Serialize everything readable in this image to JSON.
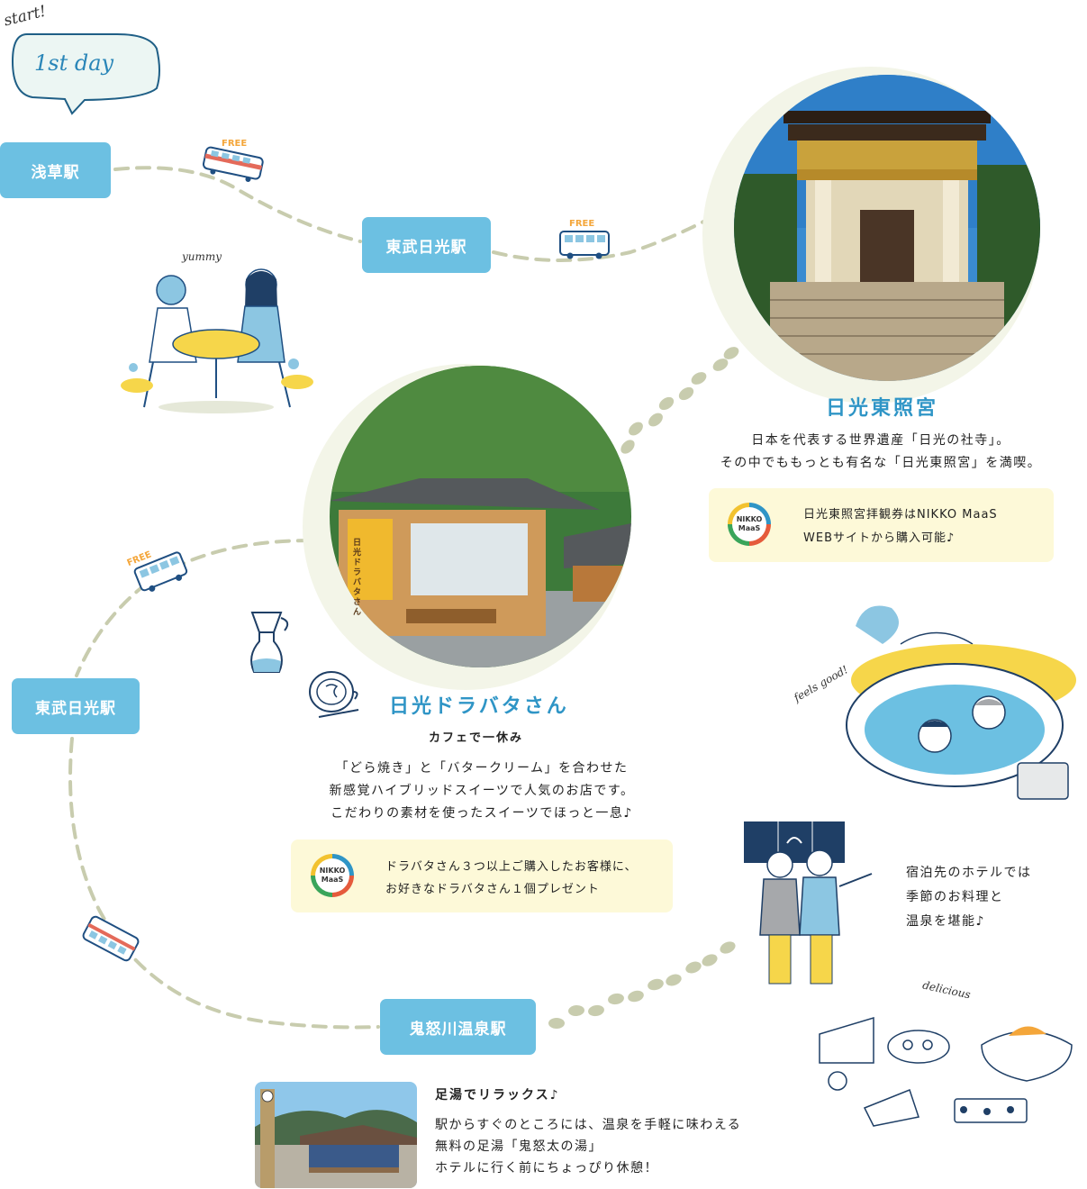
{
  "header": {
    "start_label": "start!",
    "day_label": "1st day"
  },
  "stations": {
    "asakusa": "浅草駅",
    "tobu_nikko_1": "東武日光駅",
    "tobu_nikko_2": "東武日光駅",
    "kinugawa": "鬼怒川温泉駅"
  },
  "free_labels": {
    "train": "FREE",
    "bus_1": "FREE",
    "bus_2": "FREE"
  },
  "toshogu": {
    "title": "日光東照宮",
    "desc_line1": "日本を代表する世界遺産「日光の社寺」。",
    "desc_line2": "その中でももっとも有名な「日光東照宮」を満喫。",
    "maas_line1": "日光東照宮拝観券はNIKKO MaaS",
    "maas_line2": "WEBサイトから購入可能♪"
  },
  "dorabata": {
    "title": "日光ドラバタさん",
    "subtitle": "カフェで一休み",
    "desc_line1": "「どら焼き」と「バタークリーム」を合わせた",
    "desc_line2": "新感覚ハイブリッドスイーツで人気のお店です。",
    "desc_line3": "こだわりの素材を使ったスイーツでほっと一息♪",
    "maas_line1": "ドラバタさん３つ以上ご購入したお客様に、",
    "maas_line2": "お好きなドラバタさん１個プレゼント",
    "sign_text": "日光ドラバタさん"
  },
  "hotel": {
    "line1": "宿泊先のホテルでは",
    "line2": "季節のお料理と",
    "line3": "温泉を堪能♪"
  },
  "footbath": {
    "title": "足湯でリラックス♪",
    "line1": "駅からすぐのところには、温泉を手軽に味わえる",
    "line2": "無料の足湯「鬼怒太の湯」",
    "line3": "ホテルに行く前にちょっぴり休憩！"
  },
  "logo": {
    "line1": "NIKKO",
    "line2": "MaaS"
  },
  "handwriting": {
    "yummy": "yummy",
    "feels_good": "feels good!",
    "delicious": "delicious"
  },
  "colors": {
    "station_blue": "#6cc0e2",
    "title_blue": "#2f95c6",
    "box_yellow": "#fdf9d8",
    "path_green": "#c8ccae",
    "free_orange": "#f4a63a"
  }
}
